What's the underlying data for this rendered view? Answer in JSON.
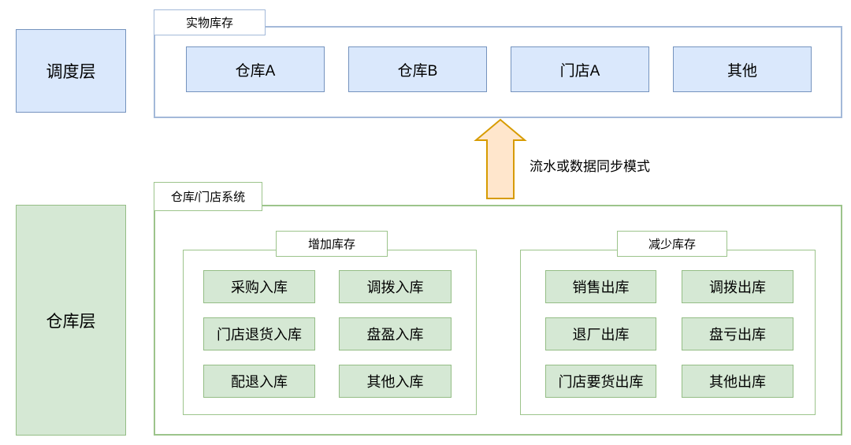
{
  "colors": {
    "blue_node_fill": "#dae8fc",
    "blue_node_border": "#7593be",
    "blue_container_border": "#a3b9d9",
    "green_node_fill": "#d5e8d4",
    "green_node_border": "#94bd85",
    "green_container_border": "#9cc48b",
    "arrow_fill": "#ffe6cc",
    "arrow_border": "#d79b00",
    "text": "#000000"
  },
  "scheduling_layer": {
    "label": "调度层"
  },
  "physical_inventory": {
    "label": "实物库存",
    "nodes": [
      {
        "label": "仓库A"
      },
      {
        "label": "仓库B"
      },
      {
        "label": "门店A"
      },
      {
        "label": "其他"
      }
    ]
  },
  "sync_arrow": {
    "label": "流水或数据同步模式",
    "direction": "up"
  },
  "warehouse_layer": {
    "label": "仓库层"
  },
  "warehouse_store_system": {
    "label": "仓库/门店系统",
    "increase_group": {
      "label": "增加库存",
      "nodes": [
        {
          "label": "采购入库"
        },
        {
          "label": "调拨入库"
        },
        {
          "label": "门店退货入库"
        },
        {
          "label": "盘盈入库"
        },
        {
          "label": "配退入库"
        },
        {
          "label": "其他入库"
        }
      ]
    },
    "decrease_group": {
      "label": "减少库存",
      "nodes": [
        {
          "label": "销售出库"
        },
        {
          "label": "调拨出库"
        },
        {
          "label": "退厂出库"
        },
        {
          "label": "盘亏出库"
        },
        {
          "label": "门店要货出库"
        },
        {
          "label": "其他出库"
        }
      ]
    }
  }
}
